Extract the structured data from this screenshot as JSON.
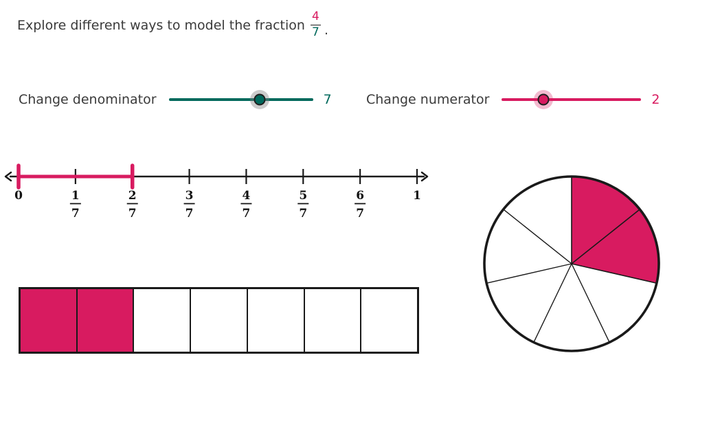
{
  "colors": {
    "pink": "#D81B60",
    "pink_halo": "rgba(216,27,96,0.30)",
    "teal": "#00695C",
    "teal_halo": "rgba(128,128,128,0.40)",
    "ink": "#1a1a1a",
    "text": "#3a3a3a"
  },
  "title": {
    "prefix": "Explore different ways to model the fraction",
    "fraction": {
      "numerator": "4",
      "denominator": "7"
    },
    "suffix": "."
  },
  "sliders": {
    "denominator": {
      "label": "Change denominator",
      "value": "7",
      "percent": 63
    },
    "numerator": {
      "label": "Change numerator",
      "value": "2",
      "percent": 30
    }
  },
  "number_line": {
    "denominator": 7,
    "highlight_from_tick": 0,
    "highlight_to_tick": 2,
    "labels": [
      {
        "num": "0"
      },
      {
        "num": "1",
        "den": "7"
      },
      {
        "num": "2",
        "den": "7"
      },
      {
        "num": "3",
        "den": "7"
      },
      {
        "num": "4",
        "den": "7"
      },
      {
        "num": "5",
        "den": "7"
      },
      {
        "num": "6",
        "den": "7"
      },
      {
        "num": "1"
      }
    ]
  },
  "bar_model": {
    "segments": 7,
    "filled": 2
  },
  "pie_model": {
    "slices": 7,
    "filled": 2,
    "start_angle_deg": -90
  }
}
